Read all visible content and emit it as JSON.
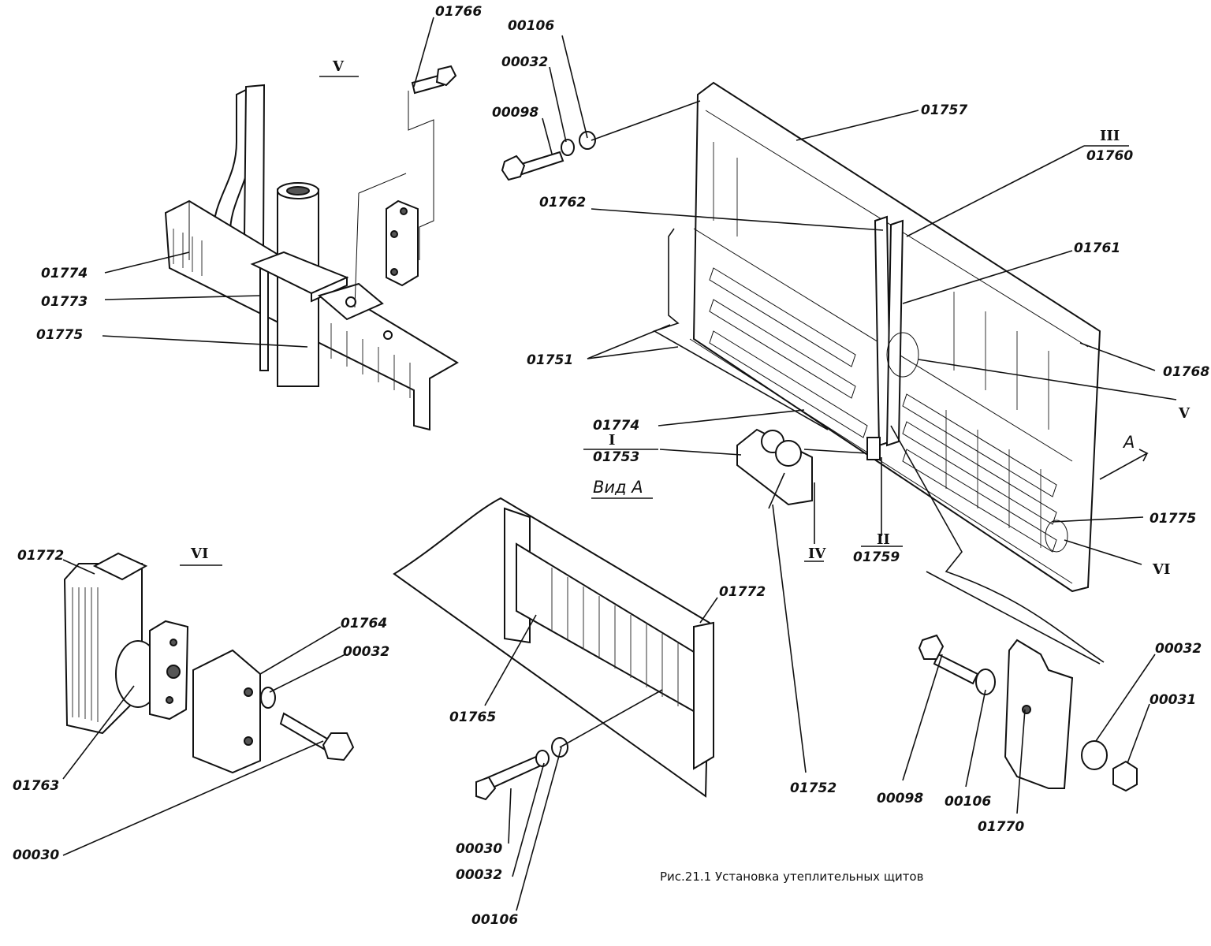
{
  "caption": "Рис.21.1 Установка утеплительных щитов",
  "views": {
    "v": "V",
    "vi": "VI",
    "vid_a": "Вид А",
    "arrow_a": "A"
  },
  "labels": {
    "p01766": "01766",
    "p01774_v": "01774",
    "p01773": "01773",
    "p01775_v": "01775",
    "p00106_top": "00106",
    "p00032_top": "00032",
    "p00098_top": "00098",
    "p01757": "01757",
    "p_iii": "III",
    "p01760": "01760",
    "p01762": "01762",
    "p01761": "01761",
    "p01751": "01751",
    "p01768": "01768",
    "p_v_right": "V",
    "p01774_main": "01774",
    "p_i": "I",
    "p01753": "01753",
    "p01775_main": "01775",
    "p_iv": "IV",
    "p_ii": "II",
    "p01759": "01759",
    "p_vi_right": "VI",
    "p01772_vi": "01772",
    "p01764": "01764",
    "p00032_vi": "00032",
    "p01763": "01763",
    "p00030_vi": "00030",
    "p01772_mid": "01772",
    "p01765": "01765",
    "p00030_mid": "00030",
    "p00032_mid": "00032",
    "p00106_mid": "00106",
    "p01752": "01752",
    "p00098_br": "00098",
    "p00106_br": "00106",
    "p01770": "01770",
    "p00032_br": "00032",
    "p00031": "00031"
  }
}
